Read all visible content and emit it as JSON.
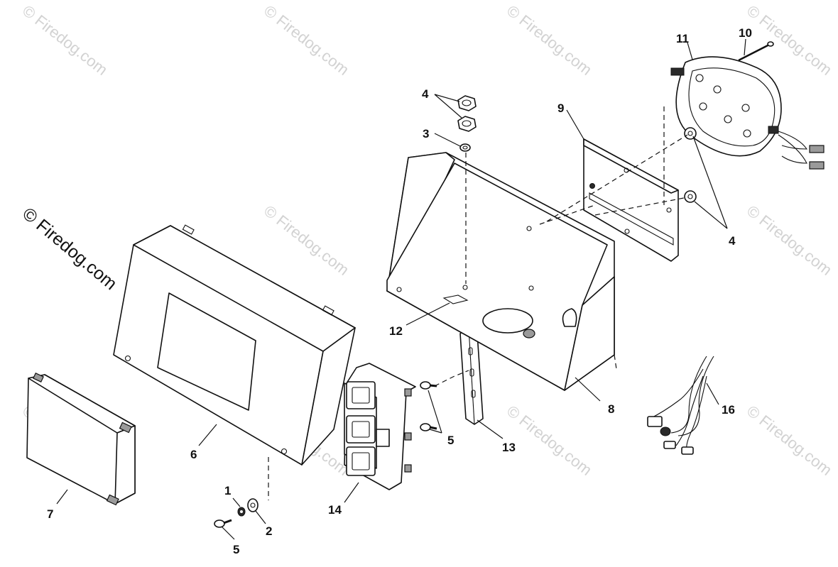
{
  "watermark": {
    "text": "© Firedog.com",
    "color": "#d2d2d2"
  },
  "callouts": [
    {
      "id": "c1",
      "label": "1"
    },
    {
      "id": "c2",
      "label": "2"
    },
    {
      "id": "c3",
      "label": "3"
    },
    {
      "id": "c4a",
      "label": "4"
    },
    {
      "id": "c4b",
      "label": "4"
    },
    {
      "id": "c5a",
      "label": "5"
    },
    {
      "id": "c5b",
      "label": "5"
    },
    {
      "id": "c6",
      "label": "6"
    },
    {
      "id": "c7",
      "label": "7"
    },
    {
      "id": "c8",
      "label": "8"
    },
    {
      "id": "c9",
      "label": "9"
    },
    {
      "id": "c10",
      "label": "10"
    },
    {
      "id": "c11",
      "label": "11"
    },
    {
      "id": "c12",
      "label": "12"
    },
    {
      "id": "c13",
      "label": "13"
    },
    {
      "id": "c14",
      "label": "14"
    },
    {
      "id": "c16",
      "label": "16"
    }
  ]
}
